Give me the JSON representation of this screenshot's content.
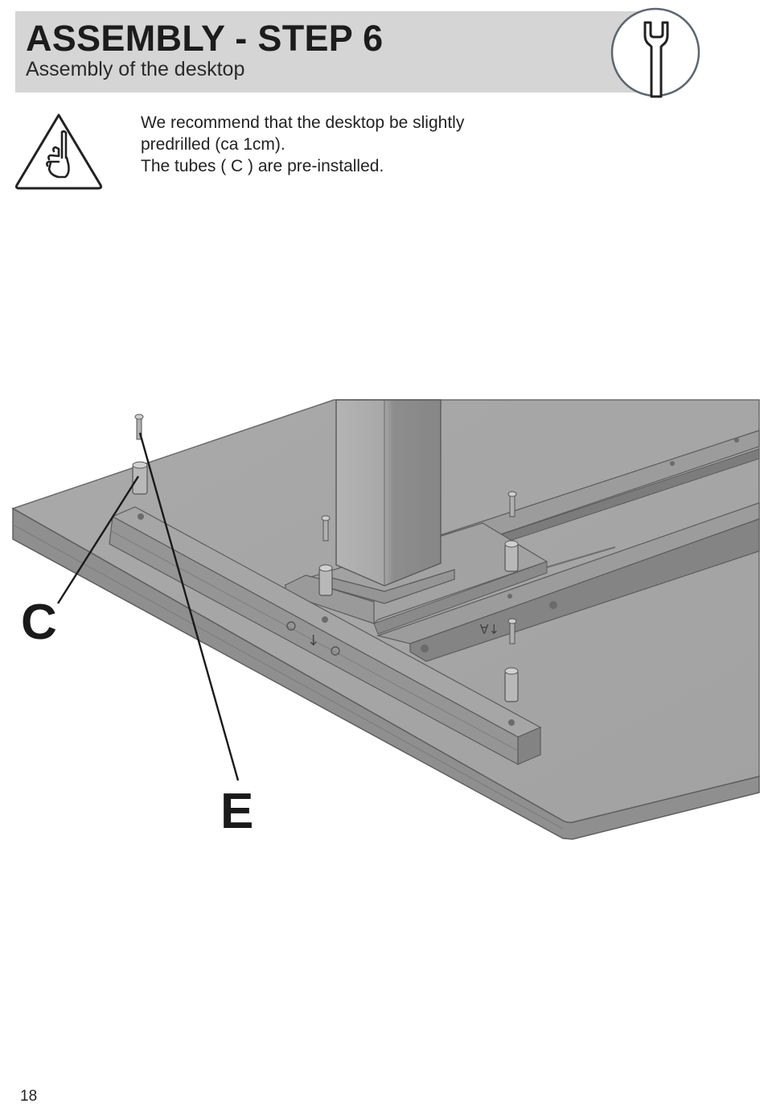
{
  "header": {
    "title": "ASSEMBLY - STEP 6",
    "subtitle": "Assembly of the desktop",
    "tool_icon": "wrench-icon"
  },
  "notice": {
    "icon": "warning-finger-icon",
    "lines": [
      "We recommend that the desktop be slightly",
      "predrilled (ca 1cm).",
      "The tubes ( C ) are pre-installed."
    ]
  },
  "figure": {
    "callouts": {
      "c": "C",
      "e": "E"
    },
    "part_marks": {
      "front_arrow": "↓",
      "rear_arrow": "↑A"
    }
  },
  "footer": {
    "page_number": "18"
  },
  "colors": {
    "header_band": "#d5d5d5",
    "desktop_top": "#a8a8a8",
    "desktop_edge": "#8f8f8f",
    "frame": "#9a9a9a",
    "frame_dark": "#7e7e7e",
    "outline": "#5c5c5c"
  }
}
